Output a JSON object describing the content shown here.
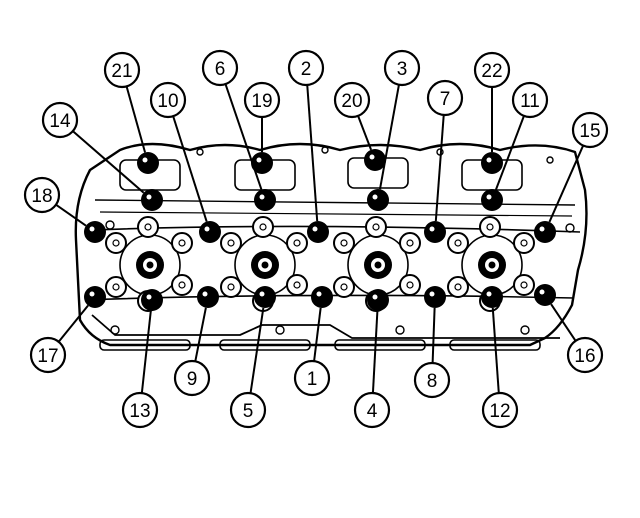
{
  "colors": {
    "ink": "#000000",
    "paper": "#ffffff"
  },
  "callouts": [
    "1",
    "2",
    "3",
    "4",
    "5",
    "6",
    "7",
    "8",
    "9",
    "10",
    "11",
    "12",
    "13",
    "14",
    "15",
    "16",
    "17",
    "18",
    "19",
    "20",
    "21",
    "22"
  ]
}
